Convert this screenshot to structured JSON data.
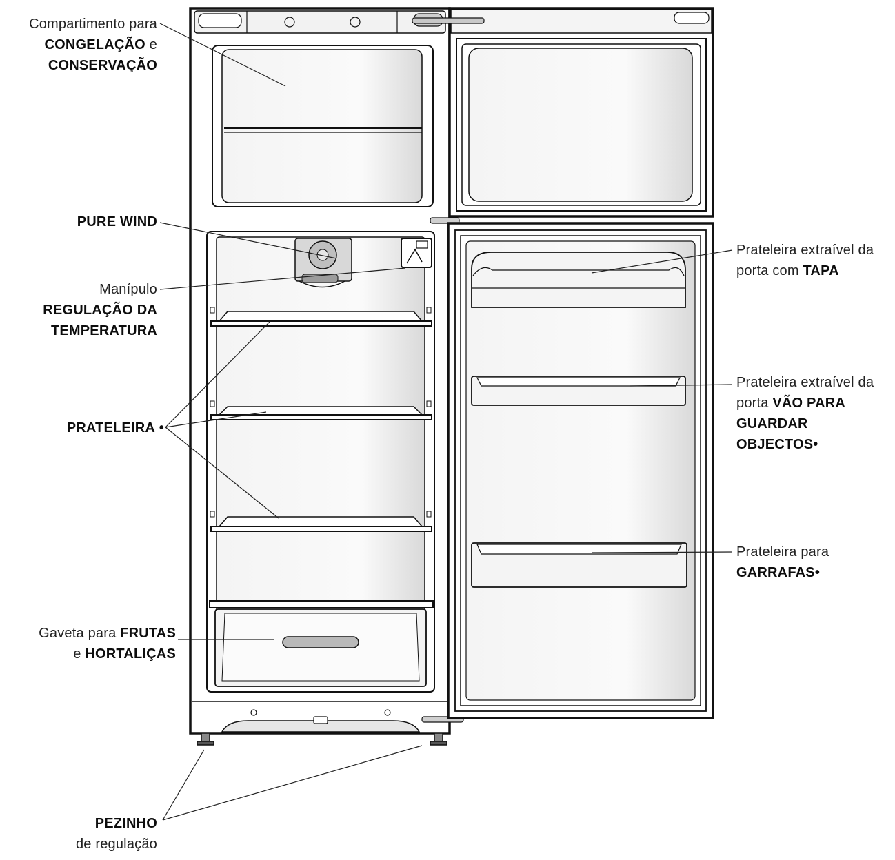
{
  "labels": {
    "freezer": {
      "line1": "Compartimento para",
      "line2_bold": "CONGELAÇÃO",
      "line2_normal": "e",
      "line3_bold": "CONSERVAÇÃO"
    },
    "pure_wind": {
      "line1_bold": "PURE WIND"
    },
    "thermostat": {
      "line1": "Manípulo",
      "line2_bold": "REGULAÇÃO DA",
      "line3_bold": "TEMPERATURA"
    },
    "shelf": {
      "line1_bold": "PRATELEIRA",
      "mark": "•"
    },
    "crisper": {
      "line1_normal": "Gaveta para",
      "line1_bold": "FRUTAS",
      "line2_normal": "e",
      "line2_bold": "HORTALIÇAS"
    },
    "feet": {
      "line1_bold": "PEZINHO",
      "line2": "de regulação"
    },
    "door_lid": {
      "line1": "Prateleira extraível da",
      "line2_normal": "porta com",
      "line2_bold": "TAPA"
    },
    "door_storage": {
      "line1": "Prateleira extraível da",
      "line2_normal": "porta",
      "line2_bold": "VÃO PARA",
      "line3_bold": "GUARDAR",
      "line4_bold": "OBJECTOS•"
    },
    "bottles": {
      "line1": "Prateleira para",
      "line2_bold": "GARRAFAS•"
    }
  }
}
